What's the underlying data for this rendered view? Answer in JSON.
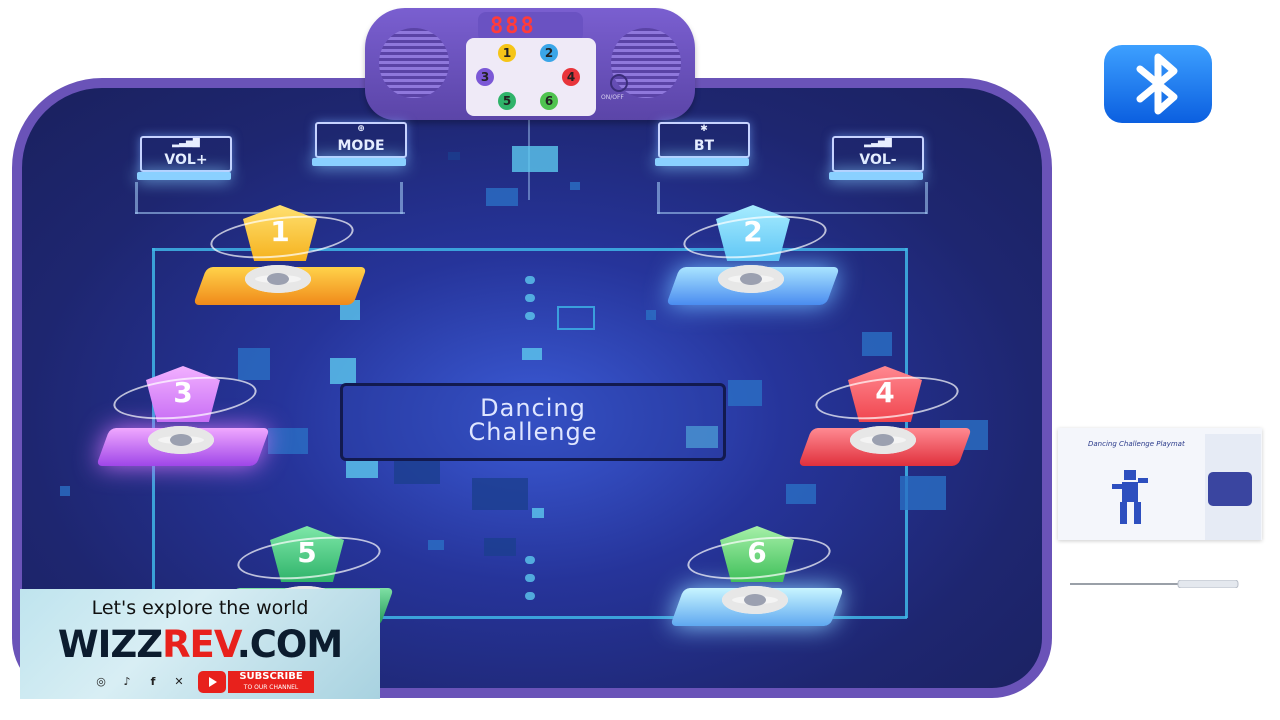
{
  "console": {
    "display": "888",
    "keys": [
      "1",
      "2",
      "3",
      "4",
      "5",
      "6"
    ],
    "key_colors": [
      "#f5c518",
      "#3aa6e8",
      "#7b58d6",
      "#e8353b",
      "#2fb36a",
      "#4fc34f"
    ],
    "power_label": "ON/OFF"
  },
  "controls": {
    "vol_plus": "VOL+",
    "mode": "MODE",
    "bt": "BT",
    "vol_minus": "VOL-"
  },
  "center": {
    "line1": "Dancing",
    "line2": "Challenge"
  },
  "pads": [
    {
      "number": "1",
      "color": "#f5b21e"
    },
    {
      "number": "2",
      "color": "#5fc6f5"
    },
    {
      "number": "3",
      "color": "#c86ef5"
    },
    {
      "number": "4",
      "color": "#f0454e"
    },
    {
      "number": "5",
      "color": "#2fb36a"
    },
    {
      "number": "6",
      "color": "#69d36a"
    }
  ],
  "package": {
    "title": "Dancing Challenge Playmat"
  },
  "banner": {
    "tagline": "Let's explore the world",
    "brand_part1": "WIZZ",
    "brand_part2": "REV",
    "brand_part3": ".COM",
    "subscribe": "SUBSCRIBE",
    "subscribe_sub": "TO OUR CHANNEL",
    "social_icons": [
      "instagram-icon",
      "tiktok-icon",
      "facebook-icon",
      "x-icon",
      "youtube-icon"
    ]
  },
  "colors": {
    "mat_border": "#6a53b8",
    "mat_bg": "#1e2670",
    "circuit": "#3fb6e8",
    "bluetooth": "#0b5fe0",
    "brand_red": "#e8211c"
  }
}
